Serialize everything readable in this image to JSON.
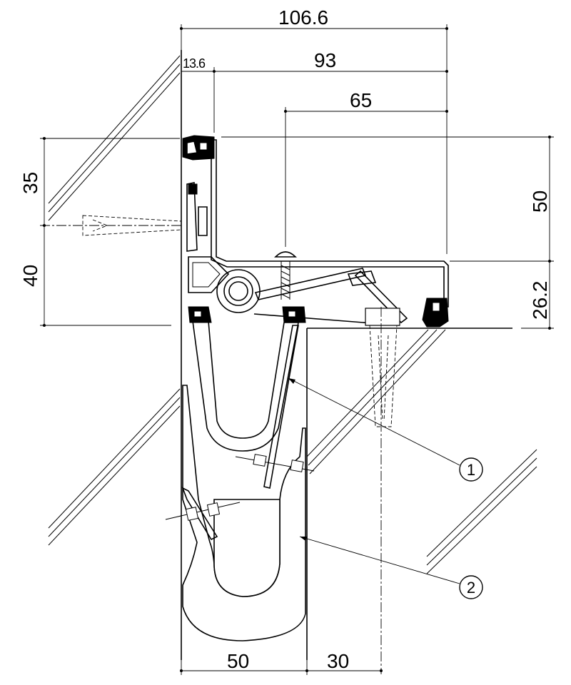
{
  "drawing": {
    "dimensions": {
      "top_overall": "106.6",
      "top_small": "13.6",
      "top_mid": "93",
      "top_inner": "65",
      "left_upper": "35",
      "left_lower": "40",
      "right_upper": "50",
      "right_lower": "26.2",
      "bottom_left": "50",
      "bottom_right": "30"
    },
    "callouts": [
      {
        "label": "1"
      },
      {
        "label": "2"
      }
    ]
  }
}
